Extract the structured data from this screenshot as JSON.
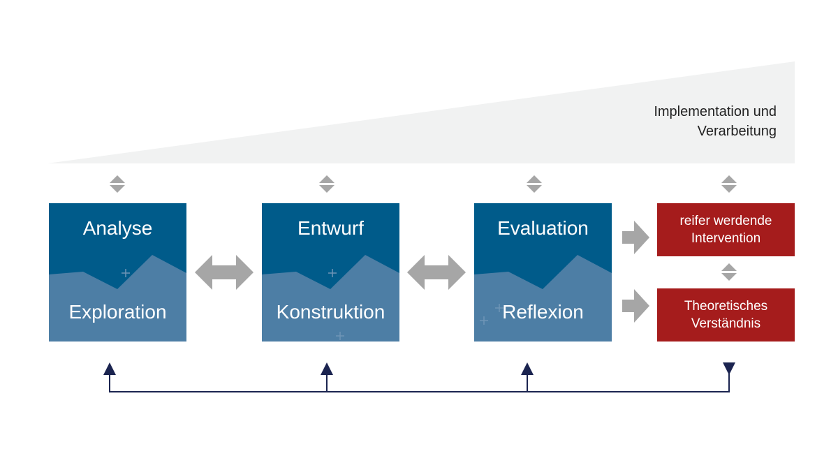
{
  "implementation": {
    "line1": "Implementation und",
    "line2": "Verarbeitung"
  },
  "phases": [
    {
      "top": "Analyse",
      "bottom": "Exploration"
    },
    {
      "top": "Entwurf",
      "bottom": "Konstruktion"
    },
    {
      "top": "Evaluation",
      "bottom": "Reflexion"
    }
  ],
  "outputs": [
    {
      "line1": "reifer werdende",
      "line2": "Intervention"
    },
    {
      "line1": "Theoretisches",
      "line2": "Verständnis"
    }
  ],
  "colors": {
    "box_top": "#005b8a",
    "box_bottom": "#4d7ea5",
    "output": "#a51c1c",
    "arrow_gray": "#a6a6a6",
    "feedback_line": "#1b2450",
    "wedge": "#f1f2f2"
  },
  "icons": [
    "double-headed-arrow-icon",
    "right-arrow-icon",
    "up-down-diamond-icon",
    "triangle-arrowhead-icon"
  ]
}
